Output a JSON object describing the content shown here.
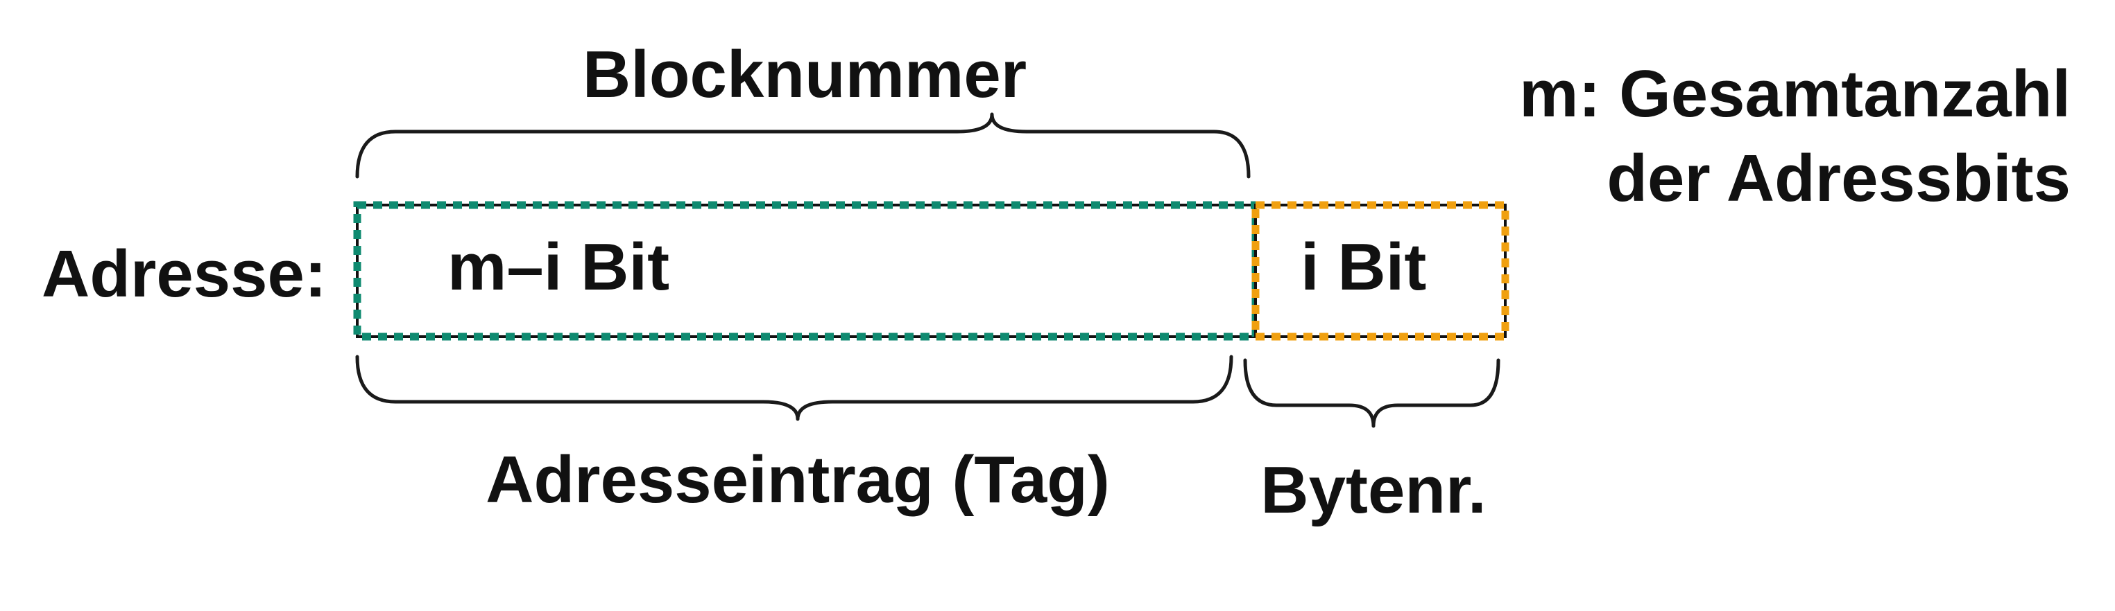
{
  "labels": {
    "address": "Adresse:",
    "block_number": "Blocknummer",
    "tag_field_bits": "m–i Bit",
    "byte_field_bits": "i Bit",
    "tag_caption": "Adresseintrag (Tag)",
    "byte_caption": "Bytenr.",
    "legend_line1": "m: Gesamtanzahl",
    "legend_line2": "der Adressbits"
  },
  "colors": {
    "tag_border": "#0f8a70",
    "byte_border": "#f0a010",
    "box_inner_border": "#111111",
    "text": "#111111"
  }
}
